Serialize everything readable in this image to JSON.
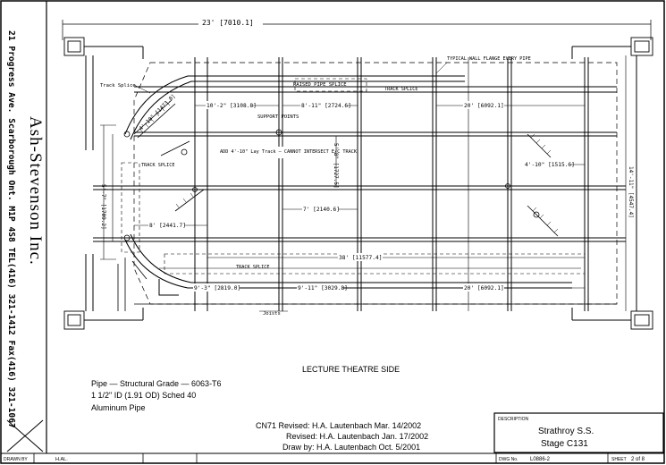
{
  "company": {
    "name": "Ash-Stevenson Inc.",
    "address": "21 Progress Ave. Scarborough Ont. M1P 4S8 TEL(416) 321-1412 Fax(416) 321-1067"
  },
  "drawing": {
    "overall_dim": "23' [7010.1]",
    "side_label": "LECTURE THEATRE SIDE",
    "annotations": {
      "track_splice_tl": "Track Splice",
      "raised_pipe_splice": "RAISED PIPE SPLICE",
      "track_splice_top": "TRACK SPLICE",
      "typical_wall_flange": "TYPICAL WALL FLANGE EVERY PIPE",
      "support_points": "SUPPORT POINTS",
      "add_track_note": "ADD 4'-10\" Lay Track — CANNOT INTERSECT E/C TRACK",
      "track_splice_left": "TRACK SPLICE",
      "track_splice_bottom": "TRACK SPLICE",
      "joists": "Joists"
    },
    "dimensions": {
      "d1": "10'-2\" [3108.8]",
      "d2": "8'-11\" [2724.6]",
      "d3": "20' [6092.1]",
      "d4": "4'-10\" [1473.8]",
      "d5": "4'-10\" [1515.6]",
      "d6": "7' [2140.6]",
      "d7": "8' [2441.7]",
      "d8": "5'-8\" [1727.5]",
      "d9": "38' [11577.4]",
      "d10": "9'-3\" [2819.0]",
      "d11": "9'-11\" [3029.8]",
      "d12": "20' [6092.1]",
      "v1": "5'-7\" [1709.2]",
      "v_right": "14'-11\" [4547.4]"
    }
  },
  "notes": {
    "line1": "Pipe — Structural Grade — 6063-T6",
    "line2": "1 1/2\" ID (1.91 OD) Sched 40",
    "line3": "Aluminum Pipe"
  },
  "revisions": {
    "line1": "CN71 Revised: H.A. Lautenbach Mar. 14/2002",
    "line2": "Revised: H.A. Lautenbach Jan. 17/2002",
    "line3": "Draw by: H.A. Lautenbach Oct. 5/2001"
  },
  "title_block": {
    "desc_label": "DESCRIPTION",
    "project": "Strathroy S.S.",
    "stage": "Stage C131",
    "drawn_label": "DRAWN BY",
    "drawn_by": "H.AL.",
    "dwg_label": "DWG No.",
    "dwg_no": "L0886-2",
    "sheet_label": "SHEET",
    "sheet": "2 of 8"
  }
}
